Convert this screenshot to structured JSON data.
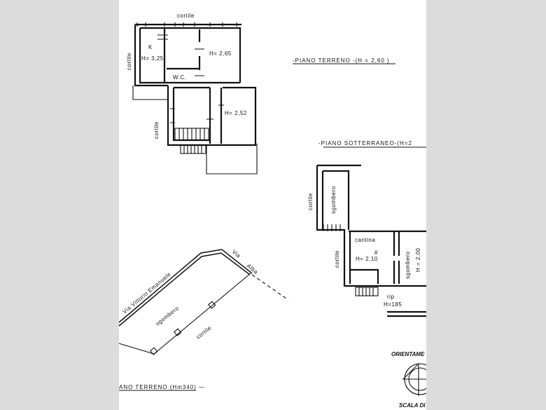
{
  "colors": {
    "background": "#dcdcdc",
    "sheet": "#ffffff",
    "ink": "#111111"
  },
  "ground_floor_plan": {
    "title": "-PIANO  TERRENO -(H = 2,60 )",
    "labels": {
      "cortile_top": "cortile",
      "cortile_left": "cortile",
      "cortile_lower": "cortile",
      "kitchen": "K",
      "kitchen_height": "H= 3,25",
      "room_height": "H= 2,65",
      "wc": "W.C.",
      "lower_room_height": "H= 2,52"
    }
  },
  "basement_plan": {
    "title": "-PIANO  SOTTERRANEO-(H=2",
    "labels": {
      "sgombero_top": "sgombero",
      "cortile_top": "cortile",
      "cantina": "cantina",
      "cantina_height": "H= 2,10",
      "sgombero_right": "sgombero",
      "sgombero_right_height": "H = 2,00",
      "cortile_lower": "cortile",
      "rip": "rip",
      "rip_height": "H=185"
    }
  },
  "street_plan": {
    "title": "ANO  TERRENO (Hm340) —",
    "labels": {
      "street_1": "Via  Vittorio  Emanuele",
      "street_2_via": "Via",
      "street_2_name": "Alba",
      "sgombero": "sgombero",
      "cortile": "cortile"
    }
  },
  "orientation": {
    "label": "ORIENTAME",
    "icon": "compass-rose-icon"
  },
  "scale": {
    "label": "SCALA DI"
  }
}
